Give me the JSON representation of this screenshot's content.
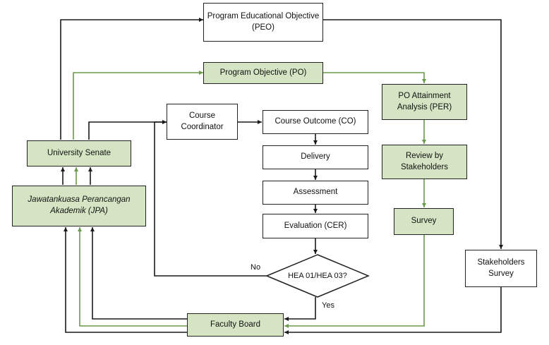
{
  "nodes": {
    "peo": "Program Educational Objective (PEO)",
    "po": "Program Objective (PO)",
    "po_attainment": "PO Attainment Analysis (PER)",
    "review": "Review by Stakeholders",
    "survey": "Survey",
    "stakeholders_survey": "Stakeholders Survey",
    "course_coordinator": "Course Coordinator",
    "course_outcome": "Course Outcome (CO)",
    "delivery": "Delivery",
    "assessment": "Assessment",
    "evaluation": "Evaluation (CER)",
    "decision": "HEA 01/HEA 03?",
    "university_senate": "University Senate",
    "jpa": "Jawatankuasa Perancangan Akademik (JPA)",
    "faculty_board": "Faculty Board"
  },
  "labels": {
    "no": "No",
    "yes": "Yes"
  },
  "colors": {
    "black_arrow": "#1a1a1a",
    "green_arrow": "#6a9a4a",
    "green_fill": "#d5e5c4"
  }
}
